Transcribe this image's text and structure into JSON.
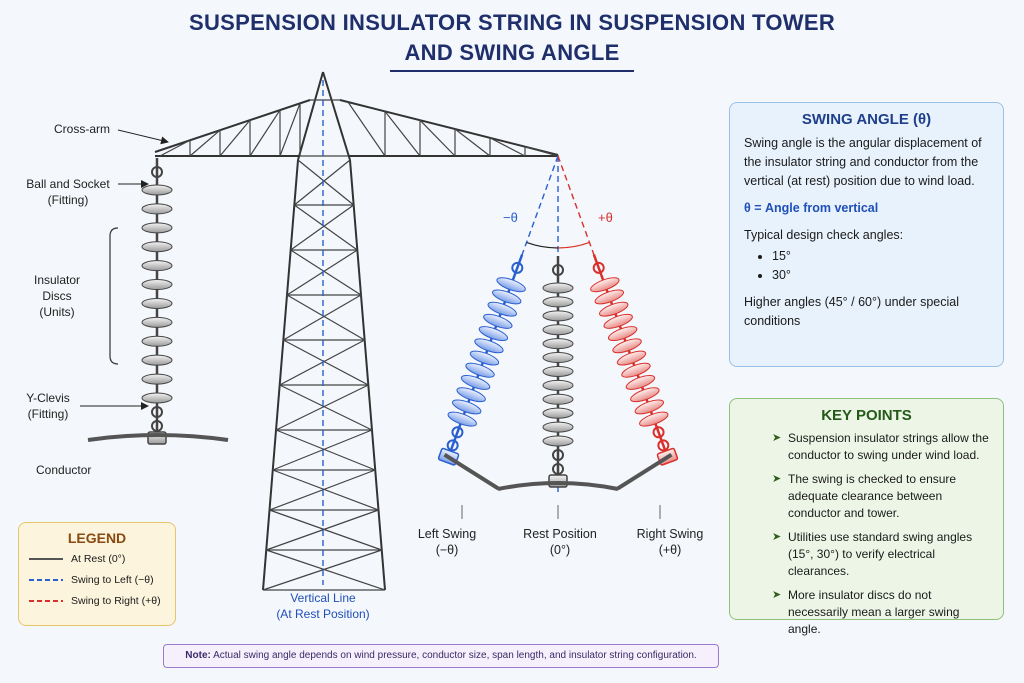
{
  "title": {
    "line1": "SUSPENSION INSULATOR STRING IN SUSPENSION TOWER",
    "line2": "AND SWING ANGLE"
  },
  "labels": {
    "cross_arm": "Cross-arm",
    "ball_socket": "Ball and Socket",
    "ball_socket_sub": "(Fitting)",
    "insulator_discs": "Insulator",
    "insulator_discs_2": "Discs",
    "insulator_discs_3": "(Units)",
    "y_clevis": "Y-Clevis",
    "y_clevis_sub": "(Fitting)",
    "conductor": "Conductor",
    "vertical_line": "Vertical Line",
    "vertical_line_sub": "(At Rest Position)",
    "minus_theta": "−θ",
    "plus_theta": "+θ",
    "left_swing": "Left Swing",
    "left_swing_sub": "(−θ)",
    "rest_position": "Rest Position",
    "rest_position_sub": "(0°)",
    "right_swing": "Right Swing",
    "right_swing_sub": "(+θ)"
  },
  "swing_panel": {
    "heading": "SWING ANGLE (θ)",
    "description": "Swing angle is the angular displacement of the insulator string and conductor from the vertical (at rest) position due to wind load.",
    "definition": "θ = Angle from vertical",
    "check_intro": "Typical design check angles:",
    "angles": [
      "15°",
      "30°"
    ],
    "higher": "Higher angles (45° / 60°) under special conditions"
  },
  "key_points": {
    "heading": "KEY POINTS",
    "items": [
      "Suspension insulator strings allow the conductor to swing under wind load.",
      "The swing is checked to ensure adequate clearance between conductor and tower.",
      "Utilities use standard swing angles (15°, 30°) to verify electrical clearances.",
      "More insulator discs do not necessarily mean a larger swing angle."
    ]
  },
  "legend": {
    "heading": "LEGEND",
    "items": [
      {
        "label": "At Rest (0°)",
        "color": "#555555",
        "dashed": false
      },
      {
        "label": "Swing to Left (−θ)",
        "color": "#2a5fd0",
        "dashed": true
      },
      {
        "label": "Swing to Right (+θ)",
        "color": "#d9302b",
        "dashed": true
      }
    ]
  },
  "note": {
    "prefix": "Note:",
    "text": " Actual swing angle depends on wind pressure, conductor size, span length, and insulator string configuration."
  },
  "colors": {
    "title": "#1f2f6b",
    "tower": "#333333",
    "left": "#2a5fd0",
    "right": "#d9302b",
    "rest": "#555555"
  },
  "swing_diagram": {
    "left_angle_deg": -20,
    "right_angle_deg": 20
  }
}
